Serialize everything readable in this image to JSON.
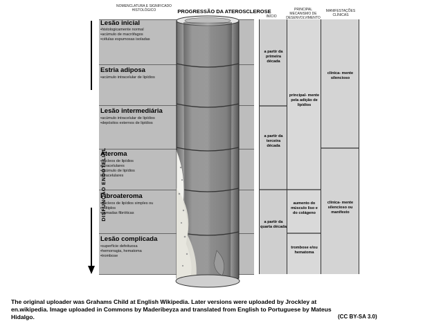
{
  "header": {
    "col_nomenclature": "NOMENCLATURA E SIGNIFICADO HISTOLÓGICO",
    "title": "PROGRESSÃO DA ATEROSCLEROSE",
    "col_onset": "INÍCIO",
    "col_mechanism": "PRINCIPAL MECANISMO DE DESENVOLVIMENTO",
    "col_clinical": "MANIFESTAÇÕES CLÍNICAS"
  },
  "side_label": "DISFUNÇÃO ENDOTELIAL",
  "stages": [
    {
      "name": "Lesão inicial",
      "desc": [
        "•histologicamente normal",
        "•acúmulo de macrófagos",
        "•células espumosas isoladas"
      ]
    },
    {
      "name": "Estria adiposa",
      "desc": [
        "•acúmulo intracelular de lipídios"
      ]
    },
    {
      "name": "Lesão intermediária",
      "desc": [
        "•acúmulo intracelular de lipídios",
        "•depósitos externos de lipídios"
      ]
    },
    {
      "name": "Ateroma",
      "desc": [
        "•núcleos de lipídios extracelulares",
        "•acúmulo de lipídios intracelulares"
      ]
    },
    {
      "name": "Fibroateroma",
      "desc": [
        "•núcleos de lipídios simples ou múltiplos",
        "•camadas fibróticas"
      ]
    },
    {
      "name": "Lesão complicada",
      "desc": [
        "•superfície defeituosa",
        "•hemorragia, hematoma",
        "•trombose"
      ]
    }
  ],
  "onset": [
    "a partir da primeira década",
    "a partir da terceira década",
    "a partir da quarta década"
  ],
  "mechanism": [
    "principal- mente pela adição de lipídios",
    "aumento do músculo liso e do colágeno",
    "trombose e/ou hematoma"
  ],
  "clinical": [
    "clínica- mente silencioso",
    "clínica- mente silencioso ou manifesto"
  ],
  "caption": "The original uploader was Grahams Child at English Wikipedia. Later versions were uploaded by Jrockley at en.wikipedia. Image uploaded in Commons by Maderibeyza and translated from English to Portuguese by Mateus Hidalgo.",
  "license": "(CC BY-SA 3.0)"
}
